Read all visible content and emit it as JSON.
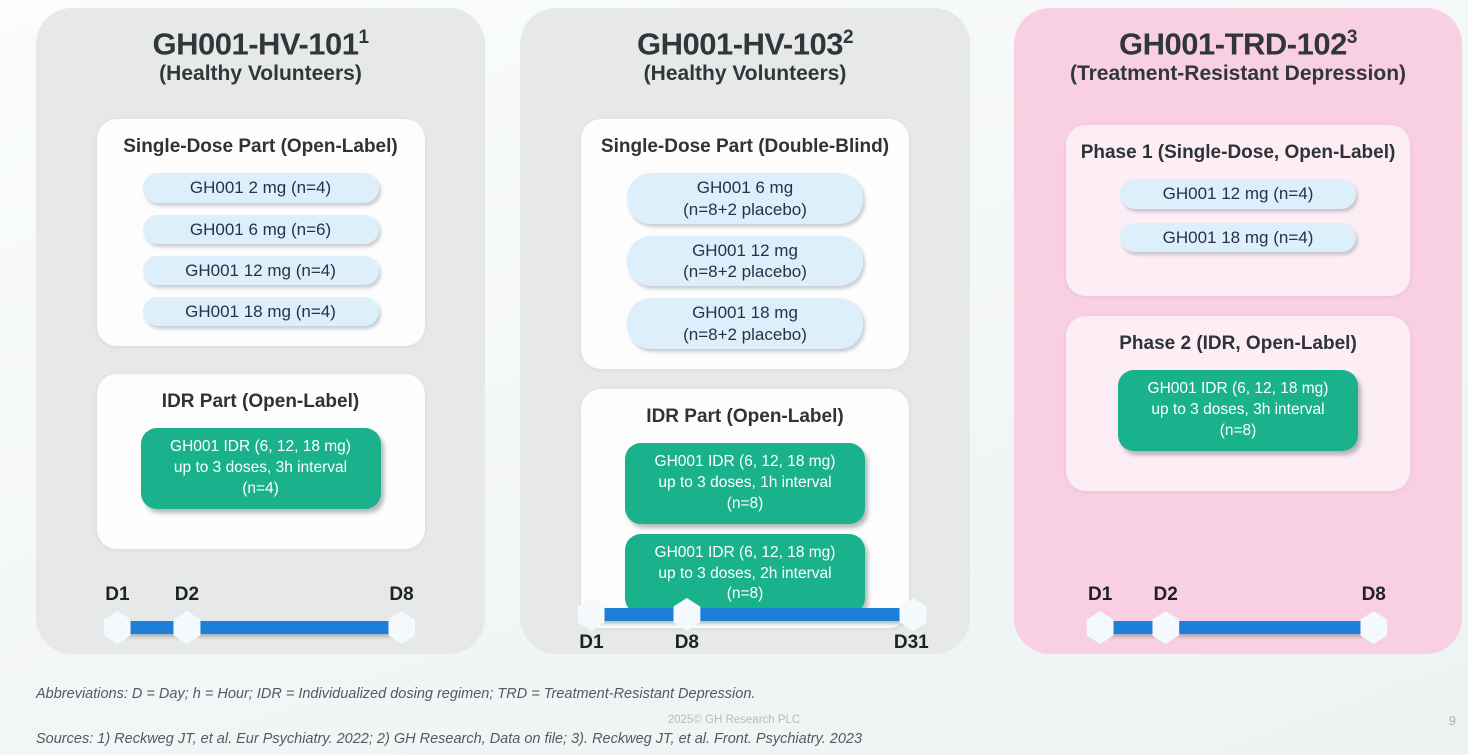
{
  "panels": [
    {
      "title": "GH001-HV-101",
      "sup": "1",
      "subtitle": "(Healthy Volunteers)",
      "sections": [
        {
          "heading": "Single-Dose Part (Open-Label)",
          "pills": [
            "GH001 2 mg (n=4)",
            "GH001 6 mg (n=6)",
            "GH001 12 mg (n=4)",
            "GH001 18 mg (n=4)"
          ]
        },
        {
          "heading": "IDR Part (Open-Label)",
          "doses": [
            "GH001 IDR (6, 12, 18 mg)\nup to 3 doses, 3h interval\n(n=4)"
          ]
        }
      ],
      "timeline": {
        "labels": [
          "D1",
          "D2",
          "D8"
        ]
      }
    },
    {
      "title": "GH001-HV-103",
      "sup": "2",
      "subtitle": "(Healthy Volunteers)",
      "sections": [
        {
          "heading": "Single-Dose Part (Double-Blind)",
          "pills": [
            "GH001 6 mg\n(n=8+2 placebo)",
            "GH001 12 mg\n(n=8+2 placebo)",
            "GH001 18 mg\n(n=8+2 placebo)"
          ]
        },
        {
          "heading": "IDR Part (Open-Label)",
          "doses": [
            "GH001 IDR (6, 12, 18 mg)\nup to 3 doses, 1h interval\n(n=8)",
            "GH001 IDR (6, 12, 18 mg)\nup to 3 doses, 2h interval\n(n=8)"
          ]
        }
      ],
      "timeline": {
        "labels": [
          "D1",
          "D8",
          "D31"
        ]
      }
    },
    {
      "title": "GH001-TRD-102",
      "sup": "3",
      "subtitle": "(Treatment-Resistant Depression)",
      "sections": [
        {
          "heading": "Phase 1 (Single-Dose, Open-Label)",
          "pills": [
            "GH001 12 mg (n=4)",
            "GH001 18 mg (n=4)"
          ]
        },
        {
          "heading": "Phase 2 (IDR, Open-Label)",
          "doses": [
            "GH001 IDR (6, 12, 18 mg)\nup to 3 doses, 3h interval\n(n=8)"
          ]
        }
      ],
      "timeline": {
        "labels": [
          "D1",
          "D2",
          "D8"
        ]
      }
    }
  ],
  "footer": {
    "abbreviations": "Abbreviations: D = Day; h = Hour; IDR = Individualized dosing regimen; TRD = Treatment-Resistant Depression.",
    "copyright": "2025© GH Research PLC",
    "page_number": "9",
    "sources": "Sources: 1) Reckweg JT, et al. Eur Psychiatry. 2022; 2) GH Research, Data on file; 3). Reckweg JT, et al. Front. Psychiatry. 2023"
  },
  "colors": {
    "panel_gray": "#e7e9e9",
    "panel_pink": "#f8d0e2",
    "card_white": "#fdfdfe",
    "card_pink": "#fdeef5",
    "pill_blue": "#ddeffb",
    "dose_green": "#1ab28c",
    "timeline_blue": "#1d80d8",
    "title_text": "#30363a"
  }
}
